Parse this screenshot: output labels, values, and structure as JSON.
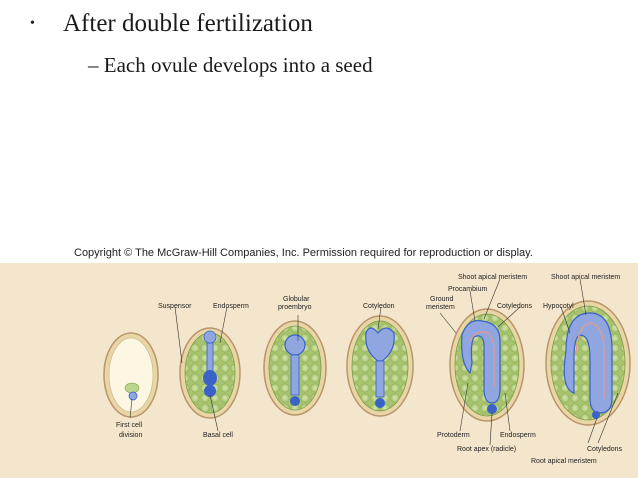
{
  "slide": {
    "bullet_marker": "•",
    "bullet_text": "After double fertilization",
    "sub_bullet_text": "– Each ovule develops into a seed"
  },
  "figure": {
    "copyright": "Copyright © The McGraw-Hill Companies, Inc. Permission required for reproduction or display.",
    "labels": {
      "suspensor": "Suspensor",
      "endosperm_top": "Endosperm",
      "globular_line1": "Globular",
      "globular_line2": "proembryo",
      "cotyledon": "Cotyledon",
      "ground_line1": "Ground",
      "ground_line2": "meristem",
      "shoot_apical_1": "Shoot apical meristem",
      "shoot_apical_2": "Shoot apical meristem",
      "procambium": "Procambium",
      "cotyledons_top": "Cotyledons",
      "hypocotyl": "Hypocotyl",
      "first_cell_line1": "First cell",
      "first_cell_line2": "division",
      "basal_cell": "Basal cell",
      "protoderm": "Protoderm",
      "endosperm_bottom": "Endosperm",
      "root_apex": "Root apex (radicle)",
      "cotyledons_bottom": "Cotyledons",
      "root_apical": "Root apical meristem"
    },
    "colors": {
      "background": "#f4e6cc",
      "seed_coat": "#e9d6a6",
      "endosperm": "#bcd48c",
      "embryo": "#3a62c9",
      "embryo_light": "#8fa6e0"
    }
  }
}
